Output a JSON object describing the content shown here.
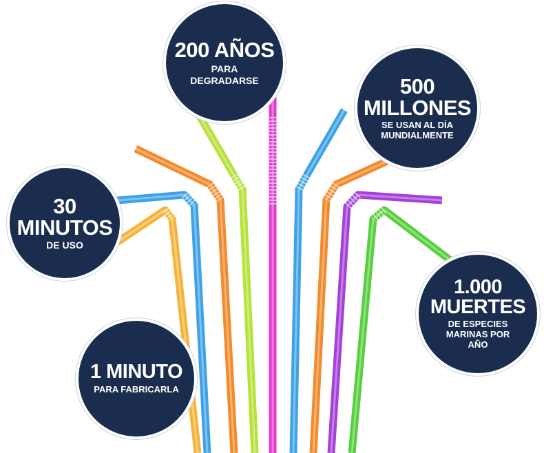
{
  "facts": [
    {
      "id": "b200",
      "headline": [
        "200 AÑOS"
      ],
      "detail": [
        "PARA",
        "DEGRADARSE"
      ]
    },
    {
      "id": "b500",
      "headline": [
        "500",
        "MILLONES"
      ],
      "detail": [
        "SE USAN AL DÍA",
        "MUNDIALMENTE"
      ]
    },
    {
      "id": "b30",
      "headline": [
        "30",
        "MINUTOS"
      ],
      "detail": [
        "DE USO"
      ]
    },
    {
      "id": "b1000",
      "headline": [
        "1.000",
        "MUERTES"
      ],
      "detail": [
        "DE ESPECIES",
        "MARINAS POR",
        "AÑO"
      ]
    },
    {
      "id": "b1min",
      "headline": [
        "1 MINUTO"
      ],
      "detail": [
        "PARA FABRICARLA"
      ]
    }
  ],
  "colors": {
    "bubble": "#1b2d4f",
    "yellow_green": "#b6e23a",
    "magenta": "#e33bd0",
    "blue": "#3ea2e6",
    "orange": "#f38a2c",
    "purple": "#a540d8",
    "green": "#58cf3f",
    "amber": "#f4b43a"
  }
}
